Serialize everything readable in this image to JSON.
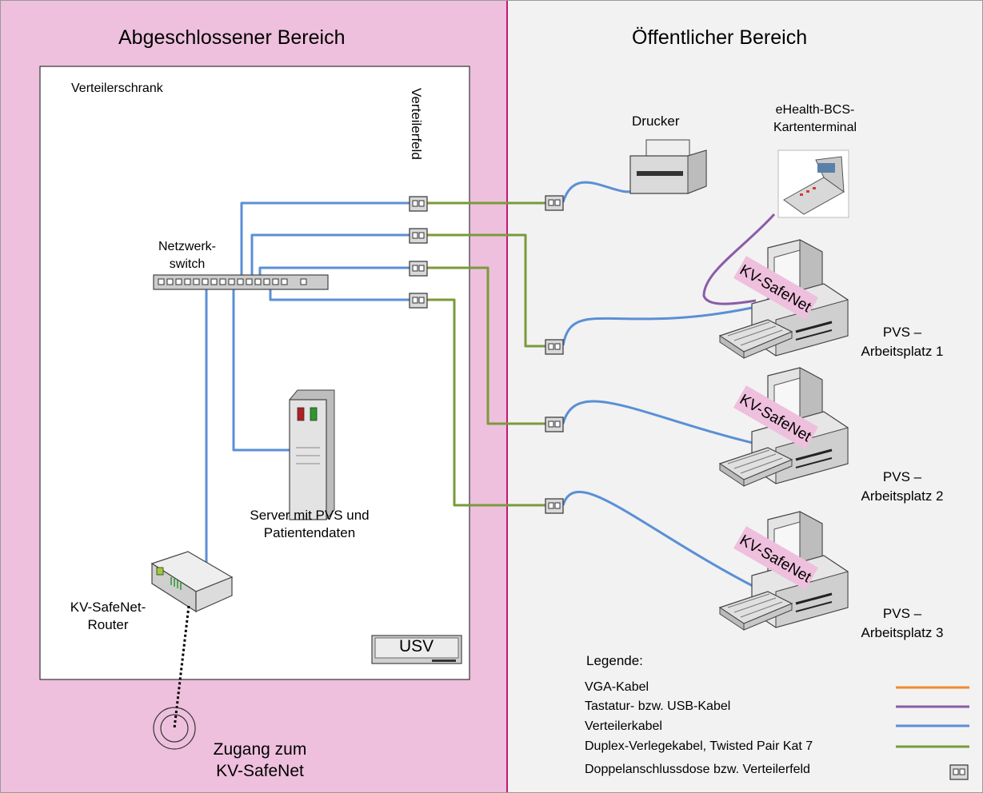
{
  "areas": {
    "restricted": "Abgeschlossener Bereich",
    "public": "Öffentlicher Bereich"
  },
  "cabinet": {
    "title": "Verteilerschrank",
    "patch_panel": "Verteilerfeld",
    "switch_line1": "Netzwerk-",
    "switch_line2": "switch",
    "server_line1": "Server mit PVS und",
    "server_line2": "Patientendaten",
    "router_line1": "KV-SafeNet-",
    "router_line2": "Router",
    "ups": "USV"
  },
  "access": {
    "line1": "Zugang zum",
    "line2": "KV-SafeNet"
  },
  "devices": {
    "printer": "Drucker",
    "terminal_line1": "eHealth-BCS-",
    "terminal_line2": "Kartenterminal",
    "safenet_tag": "KV-SafeNet",
    "workstations": [
      {
        "line1": "PVS –",
        "line2": "Arbeitsplatz 1"
      },
      {
        "line1": "PVS –",
        "line2": "Arbeitsplatz 2"
      },
      {
        "line1": "PVS –",
        "line2": "Arbeitsplatz 3"
      }
    ]
  },
  "legend": {
    "title": "Legende:",
    "items": [
      {
        "label": "VGA-Kabel",
        "color": "#f08a30"
      },
      {
        "label": "Tastatur- bzw. USB-Kabel",
        "color": "#8a5ca8"
      },
      {
        "label": "Verteilerkabel",
        "color": "#5b8fd6"
      },
      {
        "label": "Duplex-Verlegekabel, Twisted Pair Kat 7",
        "color": "#7a9a3a"
      },
      {
        "label": "Doppelanschlussdose bzw. Verteilerfeld",
        "color": ""
      }
    ]
  },
  "colors": {
    "restricted_bg": "#eec0dd",
    "divider": "#c0186e",
    "public_bg": "#f2f2f2",
    "blue_cable": "#5b8fd6",
    "green_cable": "#7a9a3a",
    "purple_cable": "#8a5ca8"
  }
}
